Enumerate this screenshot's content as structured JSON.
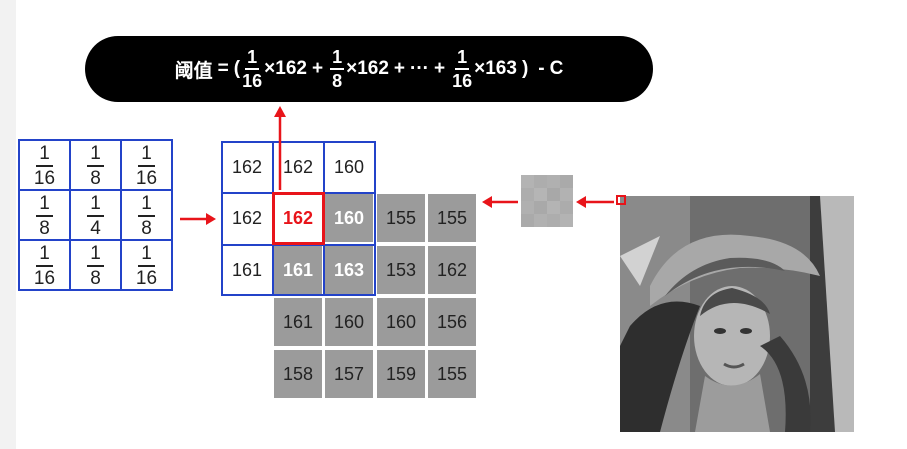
{
  "formula": {
    "lhs": "阈值",
    "eq": "=",
    "open": "(",
    "t1_num": "1",
    "t1_den": "16",
    "t1_times": "×",
    "t1_val": "162",
    "plus1": "+",
    "t2_num": "1",
    "t2_den": "8",
    "t2_times": "×",
    "t2_val": "162",
    "plus2": "+",
    "ellipsis": "···",
    "plus3": "+",
    "t3_num": "1",
    "t3_den": "16",
    "t3_times": "×",
    "t3_val": "163",
    "close": ")",
    "minus": "-",
    "c": "C"
  },
  "kernel": [
    [
      {
        "num": "1",
        "den": "16"
      },
      {
        "num": "1",
        "den": "8"
      },
      {
        "num": "1",
        "den": "16"
      }
    ],
    [
      {
        "num": "1",
        "den": "8"
      },
      {
        "num": "1",
        "den": "4"
      },
      {
        "num": "1",
        "den": "8"
      }
    ],
    [
      {
        "num": "1",
        "den": "16"
      },
      {
        "num": "1",
        "den": "8"
      },
      {
        "num": "1",
        "den": "16"
      }
    ]
  ],
  "pixels": {
    "r0": [
      "162",
      "162",
      "160"
    ],
    "r1": [
      "162",
      "162",
      "160",
      "155",
      "155"
    ],
    "r2": [
      "161",
      "161",
      "163",
      "153",
      "162"
    ],
    "r3": [
      "161",
      "160",
      "160",
      "156"
    ],
    "r4": [
      "158",
      "157",
      "159",
      "155"
    ]
  },
  "colors": {
    "kernel_border": "#2343c9",
    "highlight_red": "#e8141a",
    "pixel_gray": "#9b9b9b",
    "pill_black": "#000000"
  },
  "icons": {
    "arrow": "red-arrow-icon",
    "photo": "lena-grayscale-photo"
  }
}
